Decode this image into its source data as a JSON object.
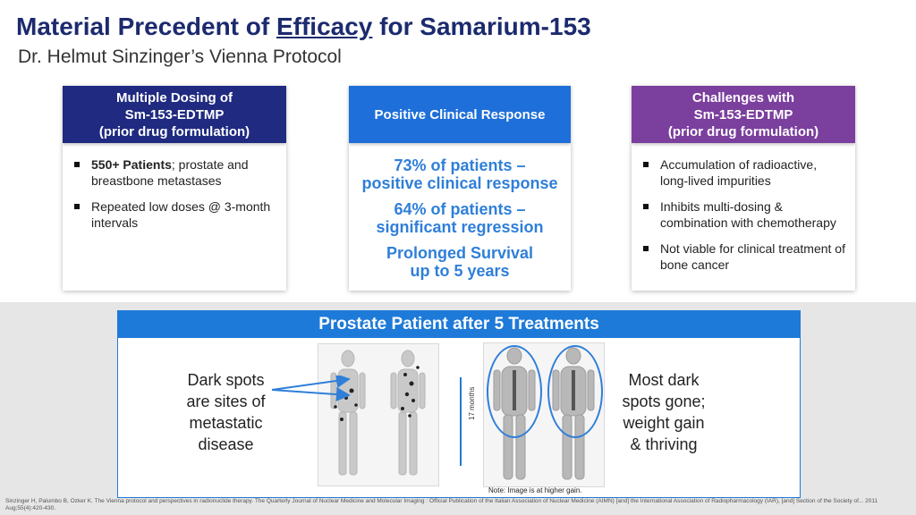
{
  "header": {
    "title_pre": "Material Precedent of ",
    "title_emph": "Efficacy",
    "title_post": " for Samarium-153",
    "subtitle": "Dr. Helmut Sinzinger’s Vienna Protocol"
  },
  "columns": {
    "left": {
      "heading_lines": [
        "Multiple Dosing of",
        "Sm-153-EDTMP",
        "(prior drug formulation)"
      ],
      "bullets": [
        {
          "bold": "550+ Patients",
          "text": "; prostate and breastbone metastases"
        },
        {
          "bold": "",
          "text": "Repeated low doses @ 3-month intervals"
        }
      ]
    },
    "middle": {
      "heading": "Positive Clinical Response",
      "stats": [
        [
          "73% of patients –",
          "positive clinical response"
        ],
        [
          "64% of patients –",
          "significant regression"
        ],
        [
          "Prolonged Survival",
          "up to 5 years"
        ]
      ]
    },
    "right": {
      "heading_lines": [
        "Challenges with",
        "Sm-153-EDTMP",
        "(prior drug formulation)"
      ],
      "bullets": [
        "Accumulation of radioactive, long-lived impurities",
        "Inhibits multi-dosing & combination with chemotherapy",
        "Not viable for clinical treatment of bone cancer"
      ]
    }
  },
  "panel": {
    "heading": "Prostate Patient after 5 Treatments",
    "left_caption": [
      "Dark spots",
      "are sites of",
      "metastatic",
      "disease"
    ],
    "right_caption": [
      "Most dark",
      "spots gone;",
      "weight gain",
      "& thriving"
    ],
    "months_label": "17 months",
    "note": "Note: Image is at higher gain."
  },
  "citation": "Sinzinger H, Palumbo B, Ozker K. The Vienna protocol and perspectives in radionuclide therapy. The Quarterly Journal of Nuclear Medicine and Molecular Imaging : Official Publication of the Italian Association of Nuclear Medicine (AIMN) [and] the International Association of Radiopharmacology (IAR), [and] Section of the Society of... 2011 Aug;55(4):420-430.",
  "colors": {
    "title": "#1c2a6e",
    "left_head": "#1f2a80",
    "middle_head": "#1e6fd9",
    "right_head": "#7b3f9e",
    "accent_blue": "#2f7fd9"
  }
}
